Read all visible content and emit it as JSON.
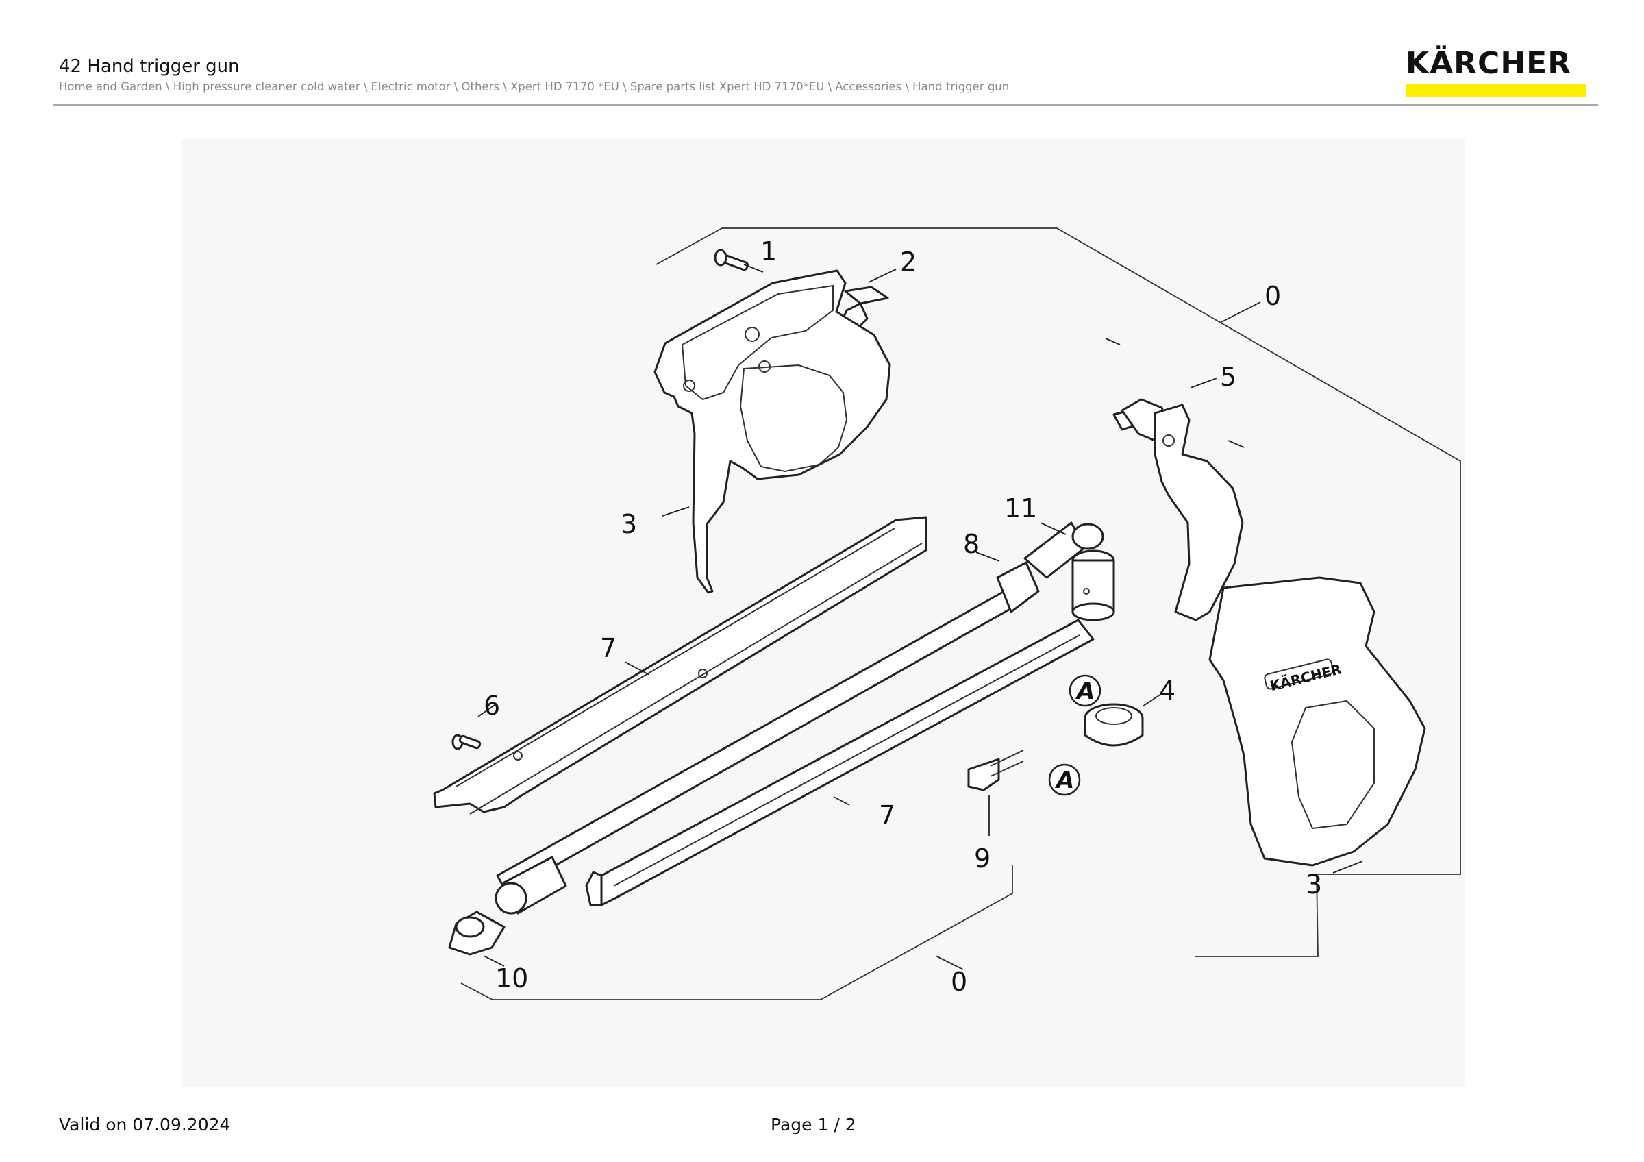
{
  "header": {
    "title": "42 Hand trigger gun",
    "breadcrumb": "Home and Garden \\ High pressure cleaner cold water \\ Electric motor \\ Others \\ Xpert HD 7170 *EU \\ Spare parts list Xpert HD 7170*EU \\ Accessories \\ Hand trigger gun"
  },
  "logo": {
    "text": "KÄRCHER",
    "accent_color": "#ffed00"
  },
  "diagram": {
    "part_numbers": [
      "1",
      "2",
      "0",
      "5",
      "3",
      "11",
      "8",
      "7",
      "6",
      "4",
      "7",
      "9",
      "3",
      "10",
      "0"
    ],
    "markers": [
      "A",
      "A"
    ],
    "brand_on_part": "KÄRCHER"
  },
  "footer": {
    "valid_on": "Valid on 07.09.2024",
    "page": "Page 1 / 2"
  }
}
